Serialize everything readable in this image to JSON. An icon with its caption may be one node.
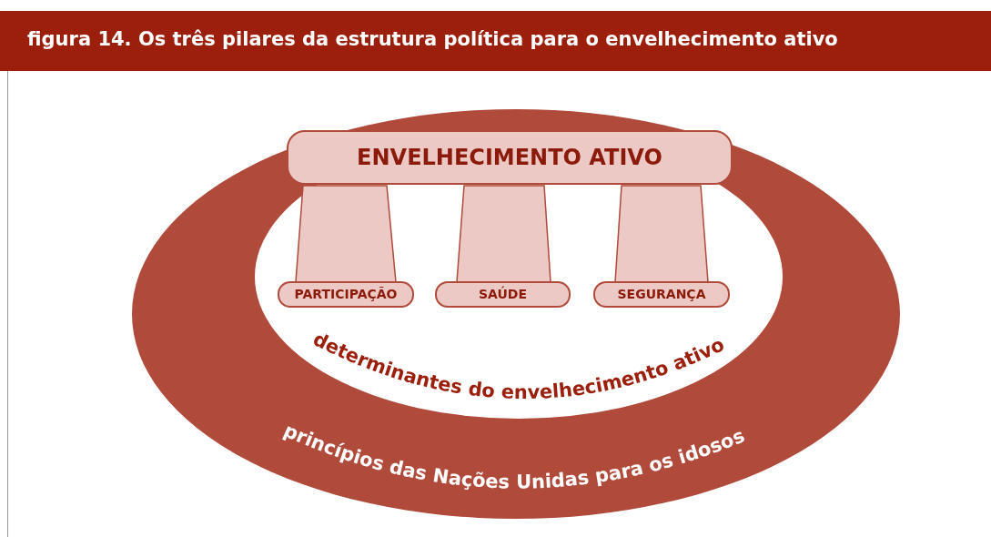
{
  "diagram": {
    "title": "figura 14. Os três pilares da estrutura política para o envelhecimento ativo",
    "nodes": [
      {
        "text": [
          "princípios das Nações Unidas para os idosos"
        ]
      },
      {
        "text": [
          "determinantes do envelhecimento ativo"
        ],
        "in": 0
      },
      {
        "text": [
          "ENVELHECIMENTO ATIVO"
        ],
        "in": 0
      },
      {
        "text": [
          "PARTICIPAÇÃO"
        ],
        "in": 1
      },
      {
        "text": [
          "SAÚDE"
        ],
        "in": 1
      },
      {
        "text": [
          "SEGURANÇA"
        ],
        "in": 1
      }
    ]
  }
}
